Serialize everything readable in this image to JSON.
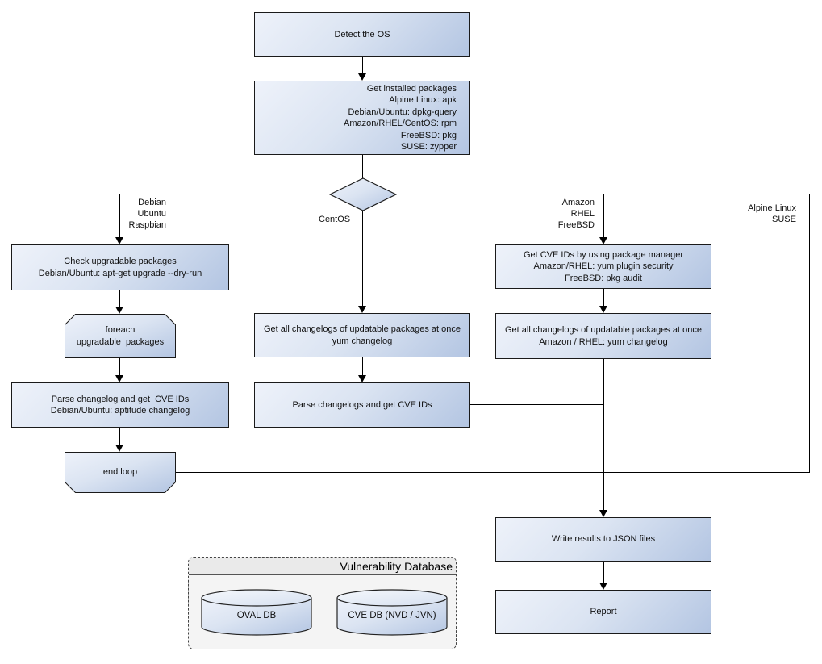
{
  "diagram": {
    "nodes": {
      "detect_os": "Detect the OS",
      "get_installed_packages": "Get installed packages\nAlpine Linux: apk\nDebian/Ubuntu: dpkg-query\nAmazon/RHEL/CentOS: rpm\nFreeBSD: pkg\nSUSE: zypper",
      "check_upgradable": "Check upgradable packages\nDebian/Ubuntu: apt-get upgrade --dry-run",
      "foreach_loop": "foreach\nupgradable  packages",
      "parse_changelog_deb": "Parse changelog and get  CVE IDs\nDebian/Ubuntu: aptitude changelog",
      "end_loop": "end loop",
      "get_changelogs_centos": "Get all changelogs of updatable packages at once\nyum changelog",
      "parse_changelogs_centos": "Parse changelogs and get CVE IDs",
      "get_cve_ids_pkg_mgr": "Get CVE IDs by using package manager\nAmazon/RHEL: yum plugin security\nFreeBSD: pkg audit",
      "get_changelogs_amazon": "Get all changelogs of updatable packages at once\nAmazon / RHEL: yum changelog",
      "write_results": "Write results to JSON files",
      "report": "Report"
    },
    "branch_labels": {
      "debian": "Debian\nUbuntu\nRaspbian",
      "centos": "CentOS",
      "amazon": "Amazon\nRHEL\nFreeBSD",
      "alpine": "Alpine Linux\nSUSE"
    },
    "database": {
      "title": "Vulnerability Database",
      "oval_db": "OVAL DB",
      "cve_db": "CVE DB (NVD / JVN)"
    },
    "colors": {
      "node_fill_light": "#eef2fa",
      "node_fill_dark": "#b3c5e2",
      "node_border": "#1a1a1a",
      "line": "#000000",
      "db_panel_bg": "#f4f4f4",
      "db_header_bg": "#eaeaea",
      "text": "#111111"
    }
  }
}
